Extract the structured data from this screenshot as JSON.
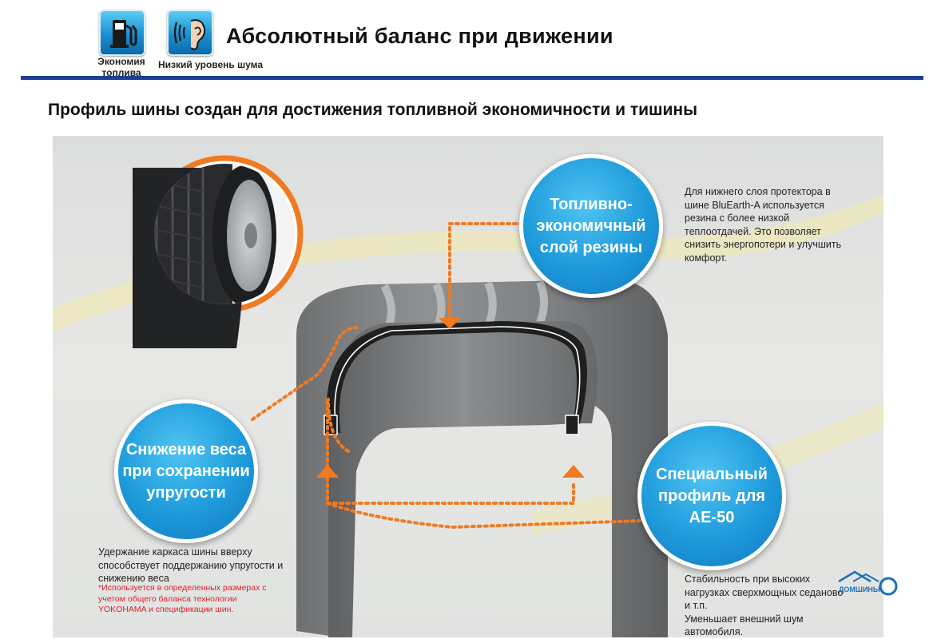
{
  "header": {
    "title": "Абсолютный баланс при движении",
    "icons": [
      {
        "icon": "fuel-pump-icon",
        "label_line1": "Экономия",
        "label_line2": "топлива"
      },
      {
        "icon": "ear-sound-icon",
        "label": "Низкий уровень шума"
      }
    ]
  },
  "subtitle": "Профиль шины создан для достижения топливной экономичности и тишины",
  "bubbles": {
    "fuel_layer": "Топливно-\nэкономичный\nслой резины",
    "weight": "Снижение веса\nпри сохранении\nупругости",
    "profile": "Специальный\nпрофиль для\nAE-50"
  },
  "notes": {
    "fuel_layer": "Для нижнего слоя протектора в\nшине BluEarth-A используется\nрезина с более низкой\nтеплоотдачей.  Это позволяет\nснизить энергопотери и улучшить\nкомфорт.",
    "weight": "Удержание каркаса шины вверху\nспособствует  поддержанию упругости и\nснижению веса",
    "weight_footnote": "*Используется в определенных размерах  с\nучетом общего баланса технологии\nYOKOHAMA и спецификации шин.",
    "profile": "Стабильность при высоких\nнагрузках сверхмощных седаново\nи т.п.\nУменьшает внешний шум\nавтомобиля."
  },
  "colors": {
    "accent_blue": "#1e9adb",
    "rule_navy": "#1c3f95",
    "dotted_orange": "#f07a22",
    "footnote_red": "#e0212c"
  },
  "logo_text": "ДОМШИНЫ"
}
